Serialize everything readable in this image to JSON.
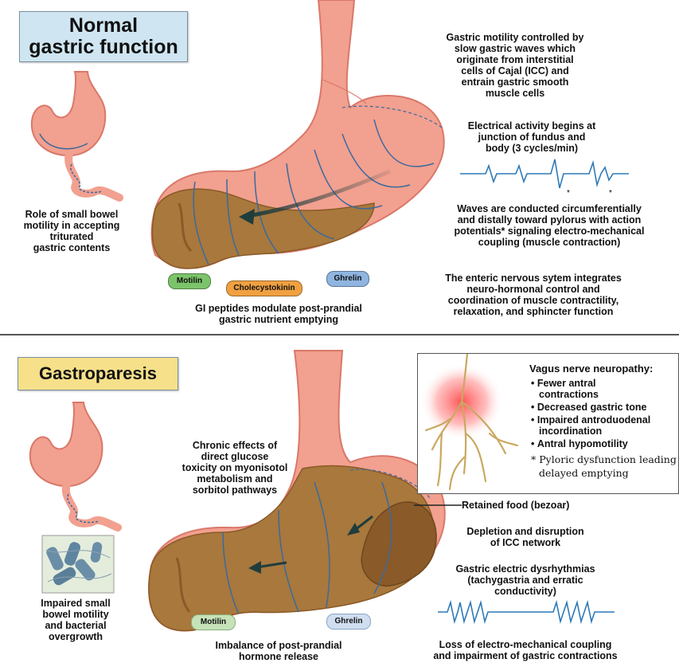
{
  "top": {
    "title": [
      "Normal",
      "gastric function"
    ],
    "left_caption": [
      "Role of small bowel",
      "motility in accepting",
      "triturated",
      "gastric contents"
    ],
    "right_top": [
      "Gastric motility controlled by",
      "slow gastric waves which",
      "originate from interstitial",
      "cells of Cajal (ICC) and",
      "entrain gastric smooth",
      "muscle cells"
    ],
    "electrical": [
      "Electrical activity begins at",
      "junction of fundus and",
      "body (3 cycles/min)"
    ],
    "waves": [
      "Waves are conducted circumferentially",
      "and distally toward pylorus with action",
      "potentials* signaling electro-mechanical",
      "coupling (muscle contraction)"
    ],
    "enteric": [
      "The enteric nervous sytem integrates",
      "neuro-hormonal control and",
      "coordination of muscle contractility,",
      "relaxation, and sphincter function"
    ],
    "peptides": {
      "motilin": "Motilin",
      "cholecystokinin": "Cholecystokinin",
      "ghrelin": "Ghrelin"
    },
    "peptides_caption": [
      "GI peptides modulate post-prandial",
      "gastric nutrient emptying"
    ]
  },
  "bottom": {
    "title": "Gastroparesis",
    "chronic": [
      "Chronic effects of",
      "direct glucose",
      "toxicity on myonisotol",
      "metabolism and",
      "sorbitol pathways"
    ],
    "vagus": {
      "heading": "Vagus nerve neuropathy:",
      "items": [
        [
          "Fewer antral",
          "contractions"
        ],
        [
          "Decreased gastric tone"
        ],
        [
          "Impaired antroduodenal",
          "incordination"
        ],
        [
          "Antral hypomotility"
        ]
      ],
      "last_item": [
        "Pyloric dysfunction leading to",
        "delayed emptying"
      ]
    },
    "retained": "Retained food (bezoar)",
    "depletion": [
      "Depletion and disruption",
      "of ICC network"
    ],
    "dysrhythmia": [
      "Gastric electric dysrhythmias",
      "(tachygastria and erratic",
      "conductivity)"
    ],
    "loss": [
      "Loss of electro-mechanical coupling",
      "and impairment of gastric contractions"
    ],
    "left_caption": [
      "Impaired small",
      "bowel motility",
      "and bacterial",
      "overgrowth"
    ],
    "peptides": {
      "motilin": "Motilin",
      "ghrelin": "Ghrelin"
    },
    "imbalance": [
      "Imbalance of post-prandial",
      "hormone release"
    ]
  },
  "colors": {
    "stomach": "#f2a08f",
    "stomach_dark": "#d9786a",
    "food": "#a8783c",
    "food_dark": "#8a5a28",
    "wave": "#3a6aa0",
    "title_top_bg": "#cfe6f2",
    "title_bottom_bg": "#f6e08a",
    "motilin": "#7cc46a",
    "cholecystokinin": "#f0a040",
    "ghrelin": "#8fb5e0"
  },
  "icons": [
    "stomach-icon",
    "small-bowel-icon",
    "nerve-icon",
    "bacteria-icon",
    "arrow-icon",
    "waveform-icon"
  ]
}
